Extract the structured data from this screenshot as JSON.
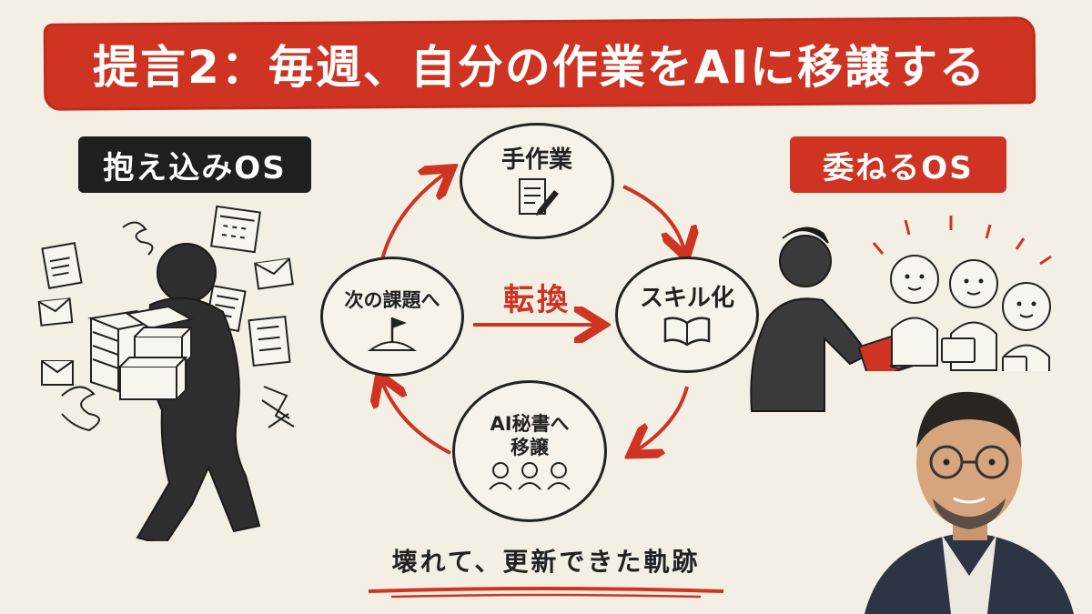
{
  "title": "提言2：毎週、自分の作業をAIに移譲する",
  "left_label": "抱え込みOS",
  "right_label": "委ねるOS",
  "cycle": {
    "top": "手作業",
    "right": "スキル化",
    "bottom_line1": "AI秘書へ",
    "bottom_line2": "移譲",
    "left": "次の課題へ",
    "center": "転換"
  },
  "caption": "壊れて、更新できた軌跡",
  "colors": {
    "accent": "#cf3423",
    "dark": "#1f1f1f",
    "background": "#f4efe4"
  }
}
